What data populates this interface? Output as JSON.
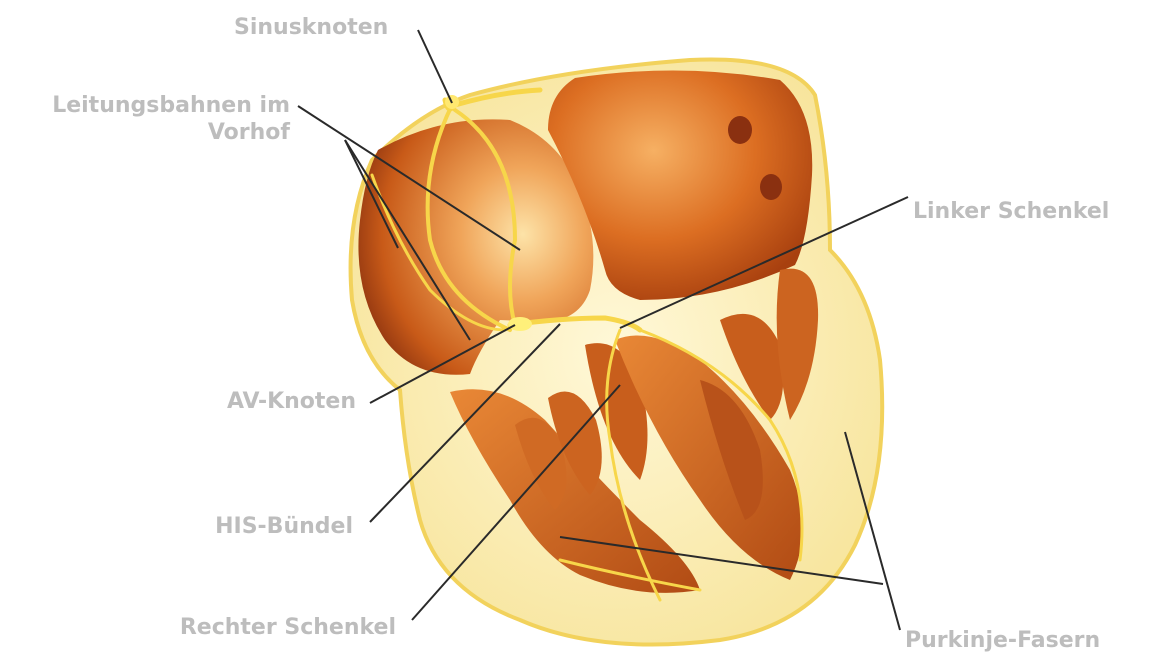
{
  "labels": {
    "sinusknoten": "Sinusknoten",
    "leitungsbahnen_line1": "Leitungsbahnen im",
    "leitungsbahnen_line2": "Vorhof",
    "linker_schenkel": "Linker Schenkel",
    "av_knoten": "AV-Knoten",
    "his_buendel": "HIS-Bündel",
    "rechter_schenkel": "Rechter Schenkel",
    "purkinje_fasern": "Purkinje-Fasern"
  },
  "colors": {
    "label_text": "#bdbdbd",
    "leader_line": "#2a2a2a",
    "conduction_yellow": "#f7d64a",
    "outer_wall": "#f9eaa6",
    "chamber_orange": "#d9641c"
  }
}
